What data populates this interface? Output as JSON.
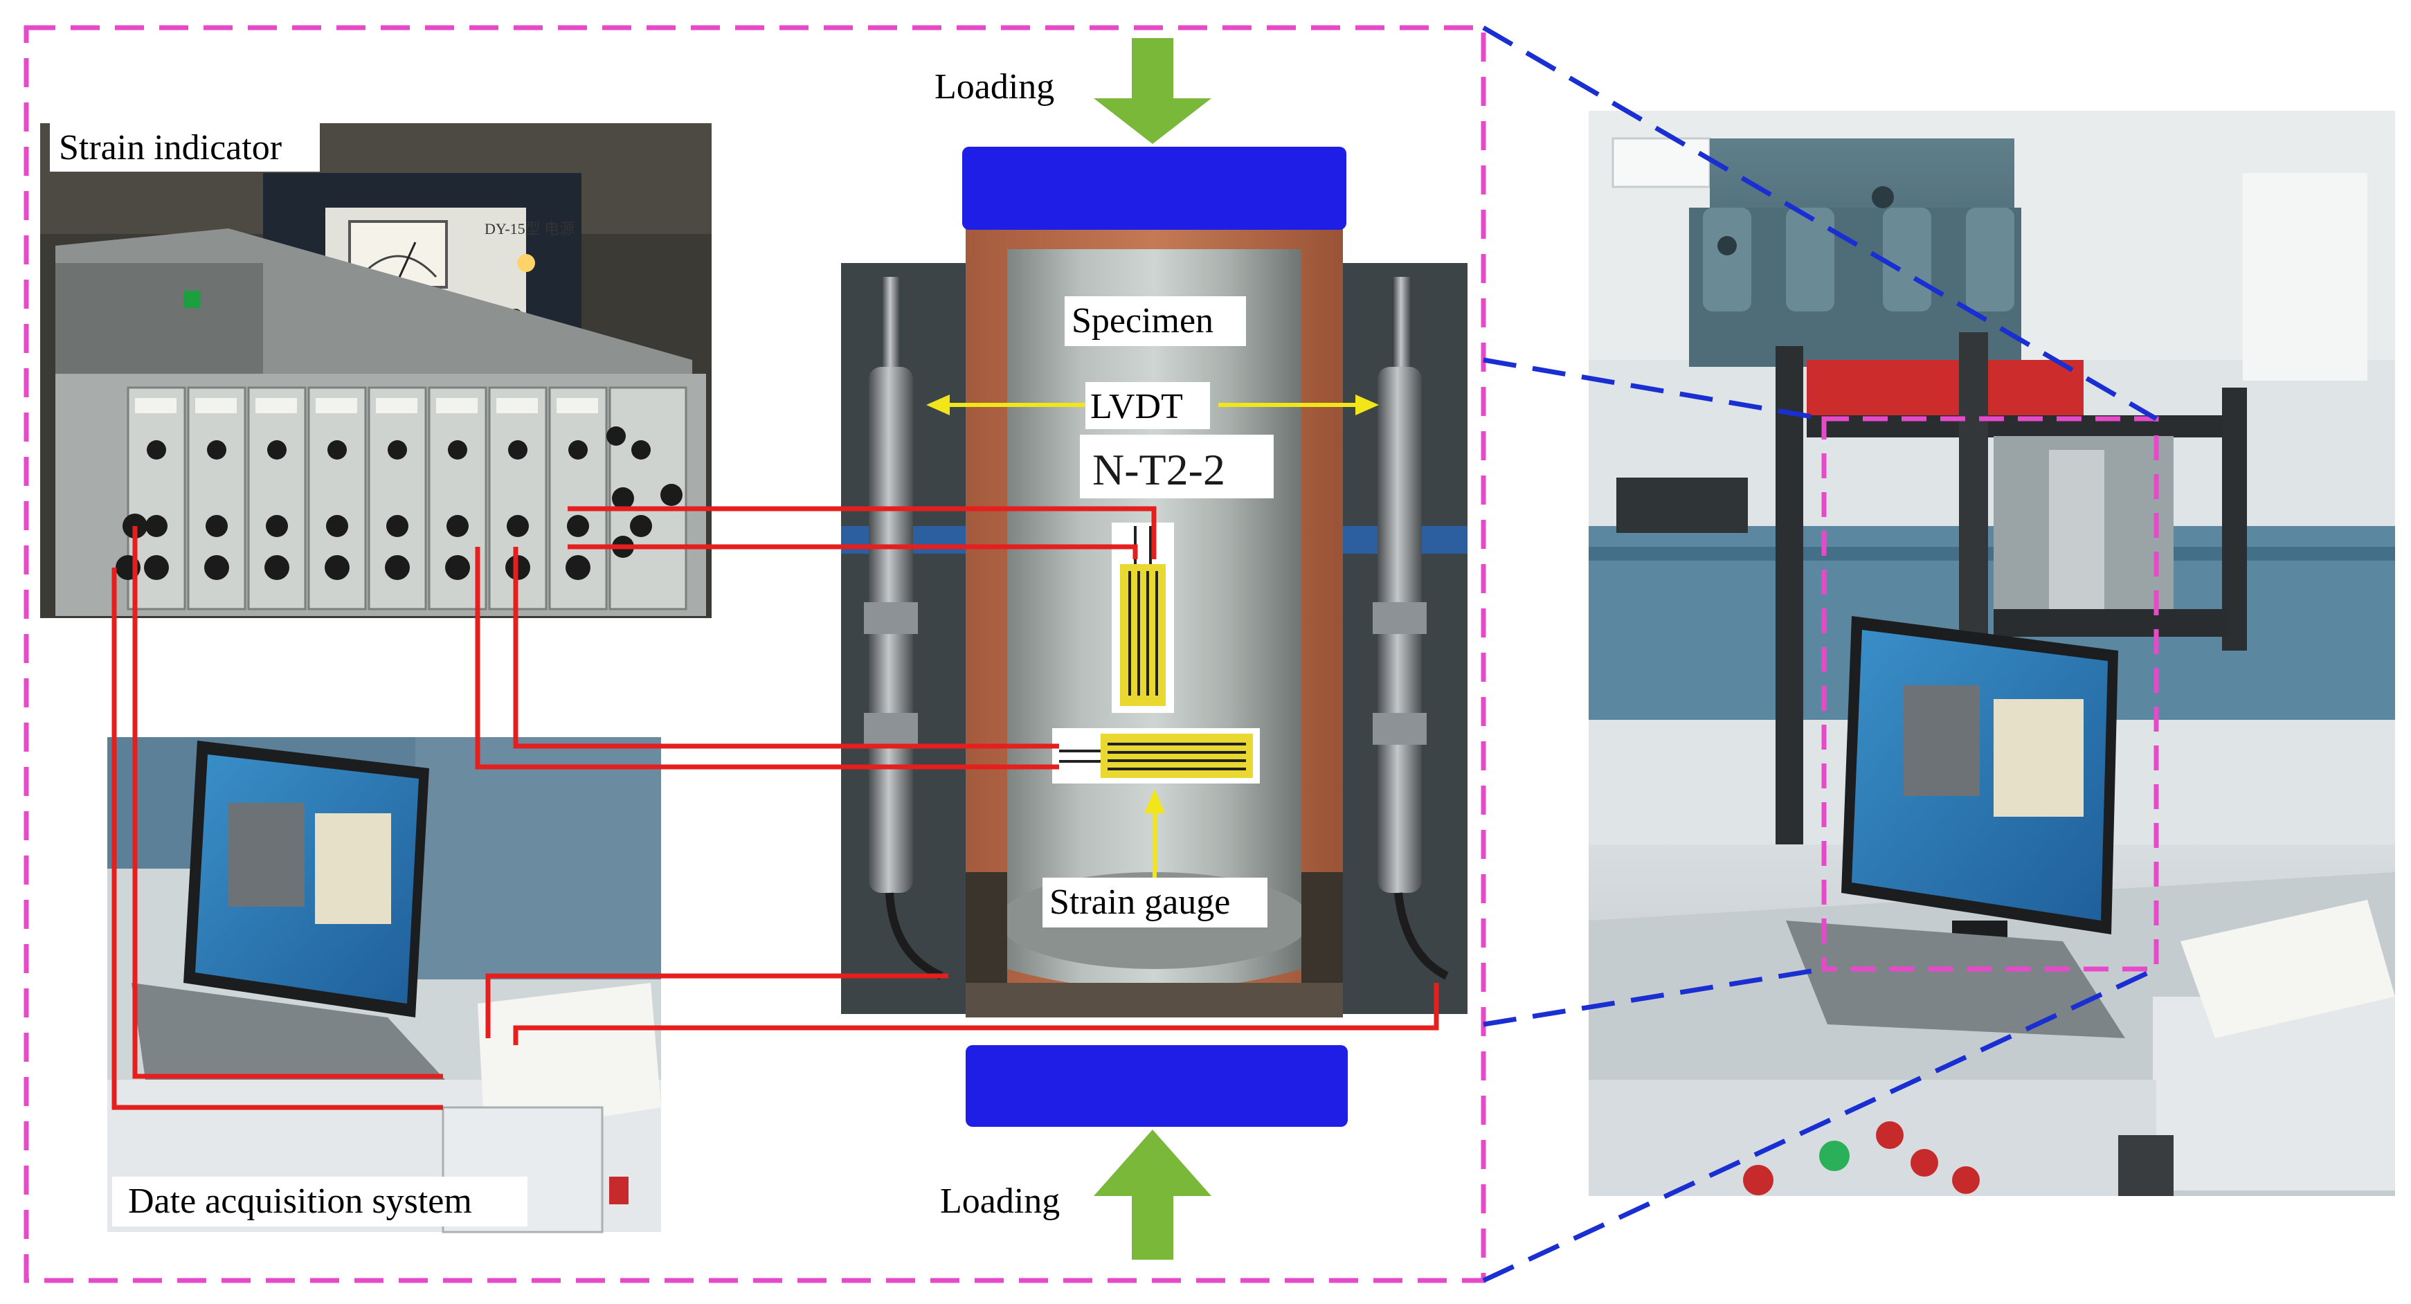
{
  "labels": {
    "loading_top": "Loading",
    "loading_bottom": "Loading",
    "strain_indicator": "Strain indicator",
    "specimen": "Specimen",
    "lvdt": "LVDT",
    "specimen_tag": "N-T2-2",
    "strain_gauge": "Strain gauge",
    "daq": "Date acquisition system",
    "meter_brand": "DY-15型 电源"
  },
  "colors": {
    "frame_dash": "#e64ac9",
    "zoom_dash": "#1a2fd1",
    "platen": "#1e1ee6",
    "arrow": "#7ab83a",
    "wire": "#e51e1e",
    "lvdt_arrow": "#f2e51a",
    "gauge": "#e8d830"
  }
}
